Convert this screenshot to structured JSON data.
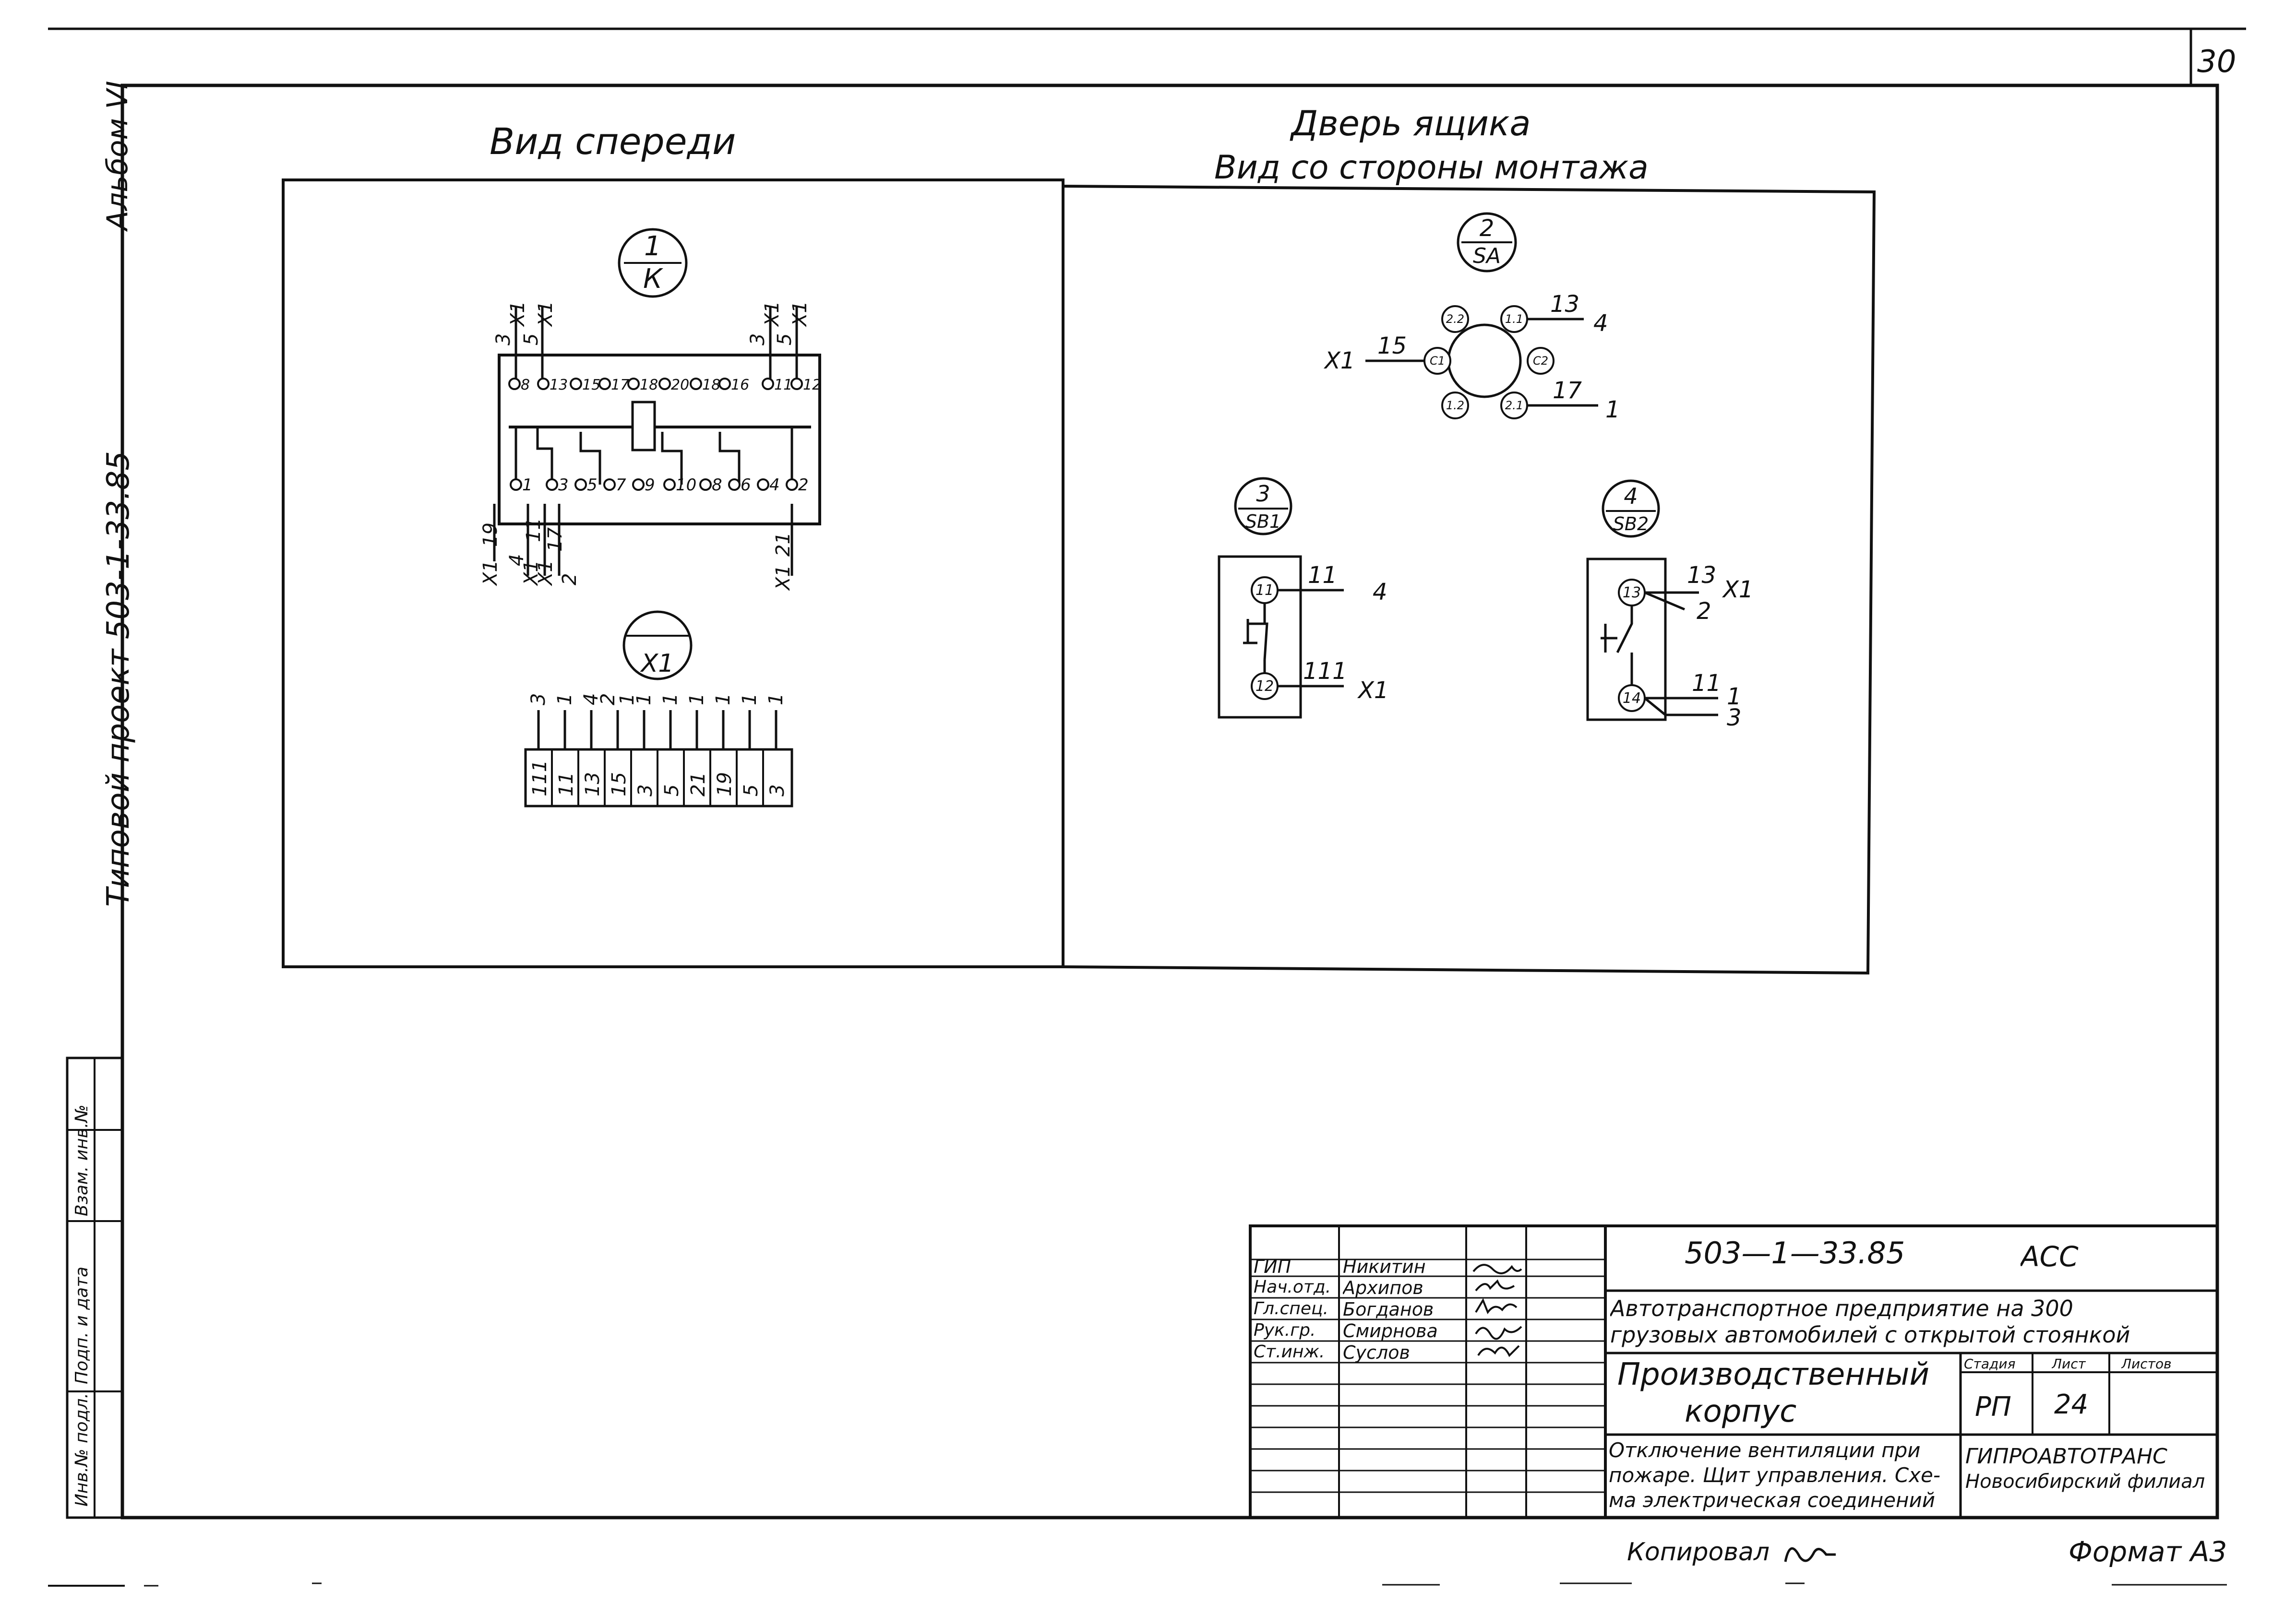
{
  "sheet": {
    "page_number": "30",
    "album": "Альбом VI",
    "project": "Типовой проект 503-1-33.85",
    "copied_by_label": "Копировал",
    "format_label": "Формат А3",
    "left_margin_stamps": [
      "Инв.№ подл.",
      "Подп. и дата",
      "Взам. инв.№"
    ]
  },
  "front_view": {
    "title": "Вид спереди",
    "relay": {
      "marker_number": "1",
      "marker_name": "К",
      "top_wires": [
        "3",
        "Х1",
        "5",
        "Х1",
        "3",
        "Х1",
        "5",
        "Х1"
      ],
      "top_pins": [
        "8",
        "13",
        "15",
        "17",
        "18",
        "20",
        "18",
        "16",
        "11",
        "12"
      ],
      "bottom_pins": [
        "1",
        "3",
        "5",
        "7",
        "9",
        "10",
        "8",
        "6",
        "4",
        "2"
      ],
      "bottom_wires": [
        "19",
        "Х1",
        "4",
        "Х1",
        "11",
        "Х1",
        "17",
        "2",
        "21",
        "Х1"
      ]
    },
    "terminal_block": {
      "marker_name": "Х1",
      "wire_numbers": [
        "3",
        "1",
        "4",
        "2",
        "1",
        "1",
        "1",
        "1",
        "1",
        "1",
        "1"
      ],
      "cell_labels": [
        "111",
        "11",
        "13",
        "15",
        "3",
        "5",
        "21",
        "19",
        "5",
        "3"
      ]
    }
  },
  "door_view": {
    "title_line1": "Дверь ящика",
    "title_line2": "Вид со стороны монтажа",
    "switch": {
      "marker_number": "2",
      "marker_name": "SA",
      "pins": [
        "2.2",
        "1.1",
        "С1",
        "С2",
        "1.2",
        "2.1"
      ],
      "wire_labels": [
        "13",
        "4",
        "15",
        "Х1",
        "17",
        "1"
      ]
    },
    "button1": {
      "marker_number": "3",
      "marker_name": "SB1",
      "pins": [
        "11",
        "12"
      ],
      "wire_labels": [
        "11",
        "4",
        "111",
        "Х1"
      ]
    },
    "button2": {
      "marker_number": "4",
      "marker_name": "SB2",
      "pins": [
        "13",
        "14"
      ],
      "wire_labels": [
        "13",
        "Х1",
        "2",
        "11",
        "1",
        "3"
      ]
    }
  },
  "title_block": {
    "doc_code": "503—1—33.85",
    "doc_suffix": "АСС",
    "roles": [
      "ГИП",
      "Нач.отд.",
      "Гл.спец.",
      "Рук.гр.",
      "Ст.инж."
    ],
    "names": [
      "Никитин",
      "Архипов",
      "Богданов",
      "Смирнова",
      "Суслов"
    ],
    "project_line1": "Автотранспортное предприятие на 300",
    "project_line2": "грузовых автомобилей с открытой стоянкой",
    "building_line1": "Производственный",
    "building_line2": "корпус",
    "stage_header": "Стадия",
    "sheet_header": "Лист",
    "sheets_header": "Листов",
    "stage_value": "РП",
    "sheet_value": "24",
    "sheets_value": "",
    "desc_line1": "Отключение вентиляции при",
    "desc_line2": "пожаре. Щит управления. Схе-",
    "desc_line3": "ма электрическая соединений",
    "org_line1": "ГИПРОАВТОТРАНС",
    "org_line2": "Новосибирский филиал"
  }
}
